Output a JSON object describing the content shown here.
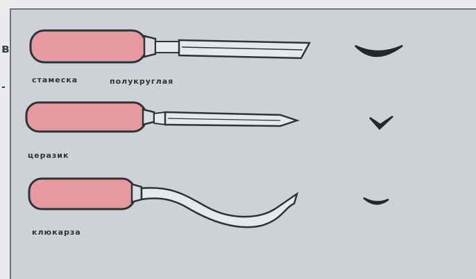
{
  "tools": [
    {
      "name_words": [
        "стамеска",
        "полукруглая"
      ]
    },
    {
      "name_words": [
        "церазик"
      ]
    },
    {
      "name_words": [
        "клюкарза"
      ]
    }
  ],
  "colors": {
    "background": "#e9ebec",
    "panel": "#cdd2d6",
    "handle": "#e59aa2",
    "outline": "#2f3338",
    "profile": "#23282d"
  }
}
